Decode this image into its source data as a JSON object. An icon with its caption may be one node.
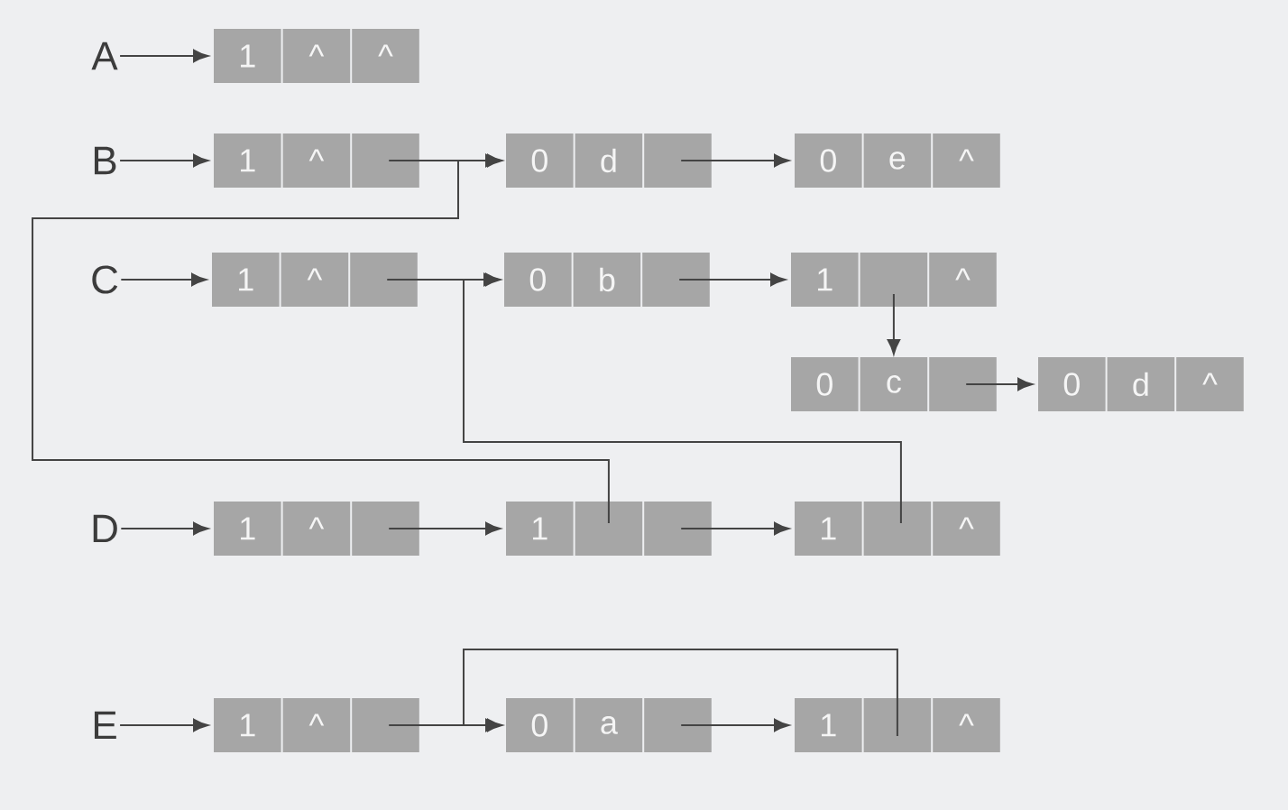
{
  "diagram": {
    "nodes": [
      {
        "text": [
          "A"
        ]
      },
      {
        "text": [
          "1",
          "^",
          "^"
        ]
      },
      {
        "text": [
          "B"
        ]
      },
      {
        "text": [
          "1",
          "^"
        ]
      },
      {
        "text": [
          "0",
          "d"
        ]
      },
      {
        "text": [
          "0",
          "e",
          "^"
        ]
      },
      {
        "text": [
          "C"
        ]
      },
      {
        "text": [
          "1",
          "^"
        ]
      },
      {
        "text": [
          "0",
          "b"
        ]
      },
      {
        "text": [
          "1",
          "^"
        ]
      },
      {
        "text": [
          "0",
          "c"
        ]
      },
      {
        "text": [
          "0",
          "d",
          "^"
        ]
      },
      {
        "text": [
          "D"
        ]
      },
      {
        "text": [
          "1",
          "^"
        ]
      },
      {
        "text": [
          "1"
        ]
      },
      {
        "text": [
          "1",
          "^"
        ]
      },
      {
        "text": [
          "E"
        ]
      },
      {
        "text": [
          "1",
          "^"
        ]
      },
      {
        "text": [
          "0",
          "a"
        ]
      },
      {
        "text": [
          "1",
          "^"
        ]
      }
    ],
    "edges": [
      {
        "from": 0,
        "to": 1,
        "arrow": "to"
      },
      {
        "from": 2,
        "to": 3,
        "arrow": "to"
      },
      {
        "from": 3,
        "to": 4,
        "arrow": "to"
      },
      {
        "from": 4,
        "to": 5,
        "arrow": "to"
      },
      {
        "from": 6,
        "to": 7,
        "arrow": "to"
      },
      {
        "from": 7,
        "to": 8,
        "arrow": "to"
      },
      {
        "from": 8,
        "to": 9,
        "arrow": "to"
      },
      {
        "from": 9,
        "to": 10,
        "arrow": "to"
      },
      {
        "from": 10,
        "to": 11,
        "arrow": "to"
      },
      {
        "from": 12,
        "to": 13,
        "arrow": "to"
      },
      {
        "from": 13,
        "to": 14,
        "arrow": "to"
      },
      {
        "from": 14,
        "to": 15,
        "arrow": "to"
      },
      {
        "from": 16,
        "to": 17,
        "arrow": "to"
      },
      {
        "from": 17,
        "to": 18,
        "arrow": "to"
      },
      {
        "from": 18,
        "to": 19,
        "arrow": "to"
      },
      {
        "from": 14,
        "to": 4,
        "arrow": "to"
      },
      {
        "from": 15,
        "to": 8,
        "arrow": "to"
      },
      {
        "from": 19,
        "to": 18,
        "arrow": "to"
      }
    ]
  }
}
